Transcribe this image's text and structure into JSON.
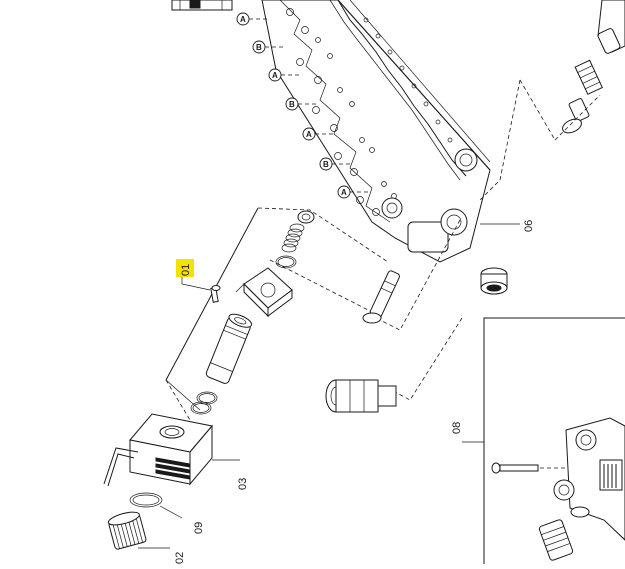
{
  "callouts": {
    "c01": "01",
    "c02": "02",
    "c03": "03",
    "c06": "06",
    "c08": "08",
    "c09": "09"
  },
  "port_letters": [
    "A",
    "B",
    "A",
    "B",
    "A",
    "B",
    "A"
  ],
  "highlight_color": "#f5e100"
}
